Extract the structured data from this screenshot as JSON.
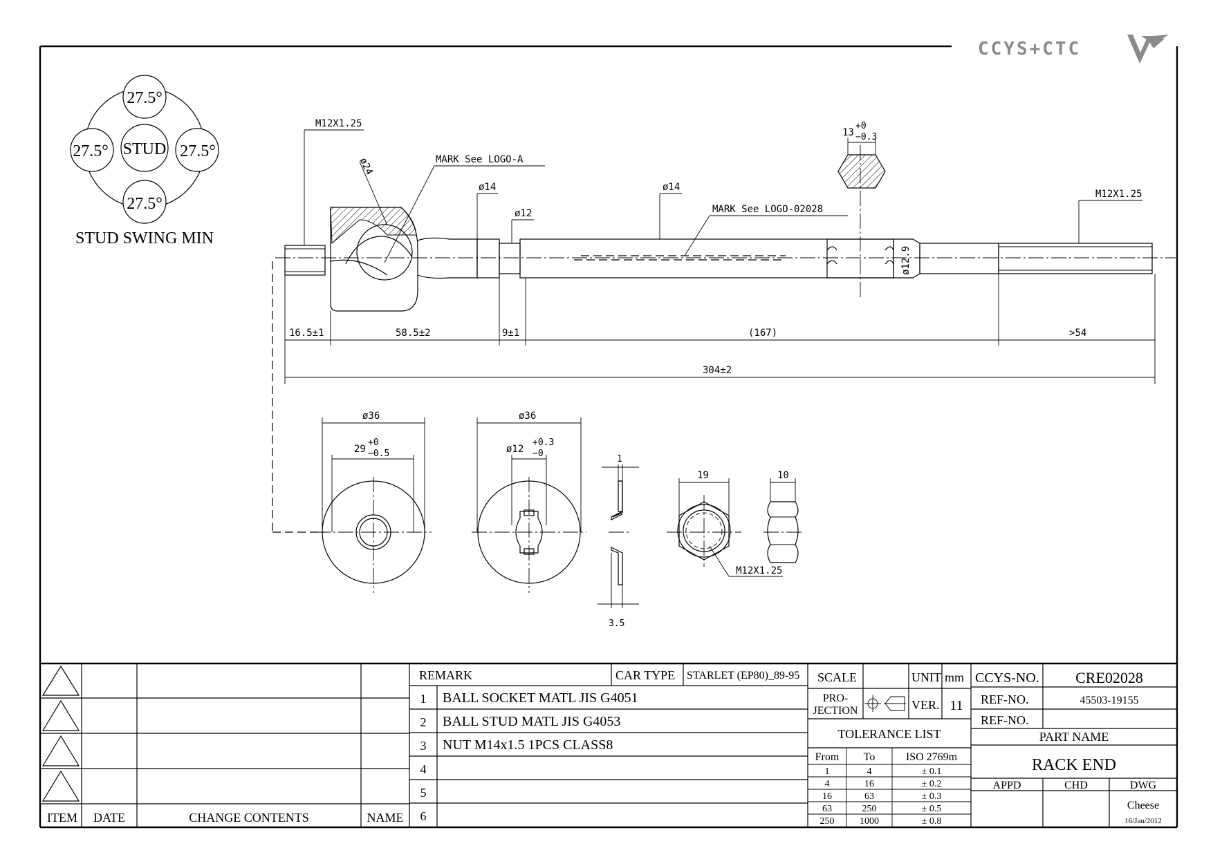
{
  "brand": {
    "text": "CCYS+CTC"
  },
  "stud_swing": {
    "angle_top": "27.5°",
    "angle_left": "27.5°",
    "angle_right": "27.5°",
    "angle_bottom": "27.5°",
    "center_label": "STUD",
    "caption": "STUD SWING MIN"
  },
  "main_view": {
    "thread_left": "M12X1.25",
    "thread_right": "M12X1.25",
    "dia_ball": "ø24",
    "mark_a": "MARK See LOGO-A",
    "mark_b": "MARK See LOGO-02028",
    "dia_14_a": "ø14",
    "dia_14_b": "ø14",
    "dia_12": "ø12",
    "dia_12_9": "ø12.9",
    "hex_size": "13",
    "hex_tol_upper": "+0",
    "hex_tol_lower": "−0.3",
    "dim_1": "16.5±1",
    "dim_2": "58.5±2",
    "dim_3": "9±1",
    "dim_4": "(167)",
    "dim_5": ">54",
    "dim_total": "304±2"
  },
  "washer_view": {
    "outer_dia": "ø36",
    "inner": "29",
    "inner_tol_upper": "+0",
    "inner_tol_lower": "−0.5"
  },
  "lockplate_view": {
    "outer_dia": "ø36",
    "hole": "ø12",
    "hole_tol_upper": "+0.3",
    "hole_tol_lower": "−0"
  },
  "profile_view": {
    "thickness_top": "1",
    "thickness_bottom": "3.5"
  },
  "nut_view": {
    "across_flats": "19",
    "thickness": "10",
    "thread": "M12X1.25"
  },
  "change_table": {
    "headers": [
      "ITEM",
      "DATE",
      "CHANGE CONTENTS",
      "NAME"
    ]
  },
  "remark_table": {
    "remark_label": "REMARK",
    "car_type_label": "CAR TYPE",
    "car_type_value": "STARLET (EP80)_89-95",
    "rows": [
      {
        "no": "1",
        "text": "BALL SOCKET MATL JIS G4051"
      },
      {
        "no": "2",
        "text": "BALL STUD MATL JIS G4053"
      },
      {
        "no": "3",
        "text": "NUT M14x1.5 1PCS CLASS8"
      },
      {
        "no": "4",
        "text": ""
      },
      {
        "no": "5",
        "text": ""
      },
      {
        "no": "6",
        "text": ""
      }
    ]
  },
  "title_block": {
    "scale_label": "SCALE",
    "scale_value": "",
    "unit_label": "UNIT",
    "unit_value": "mm",
    "projection_label_1": "PRO-",
    "projection_label_2": "JECTION",
    "ver_label": "VER.",
    "ver_value": "11",
    "tolerance_title": "TOLERANCE LIST",
    "tolerance_headers": [
      "From",
      "To",
      "ISO 2769m"
    ],
    "tolerance_rows": [
      [
        "1",
        "4",
        "± 0.1"
      ],
      [
        "4",
        "16",
        "± 0.2"
      ],
      [
        "16",
        "63",
        "± 0.3"
      ],
      [
        "63",
        "250",
        "± 0.5"
      ],
      [
        "250",
        "1000",
        "± 0.8"
      ]
    ],
    "ccys_no_label": "CCYS-NO.",
    "ccys_no_value": "CRE02028",
    "ref_no_label_1": "REF-NO.",
    "ref_no_value_1": "45503-19155",
    "ref_no_label_2": "REF-NO.",
    "ref_no_value_2": "",
    "part_name_label": "PART NAME",
    "part_name_value": "RACK END",
    "appd_label": "APPD",
    "chd_label": "CHD",
    "dwg_label": "DWG",
    "dwg_name": "Cheese",
    "dwg_date": "16/Jan/2012"
  },
  "colors": {
    "line": "#000000",
    "logo": "#8a8a8a",
    "paper": "#ffffff"
  }
}
